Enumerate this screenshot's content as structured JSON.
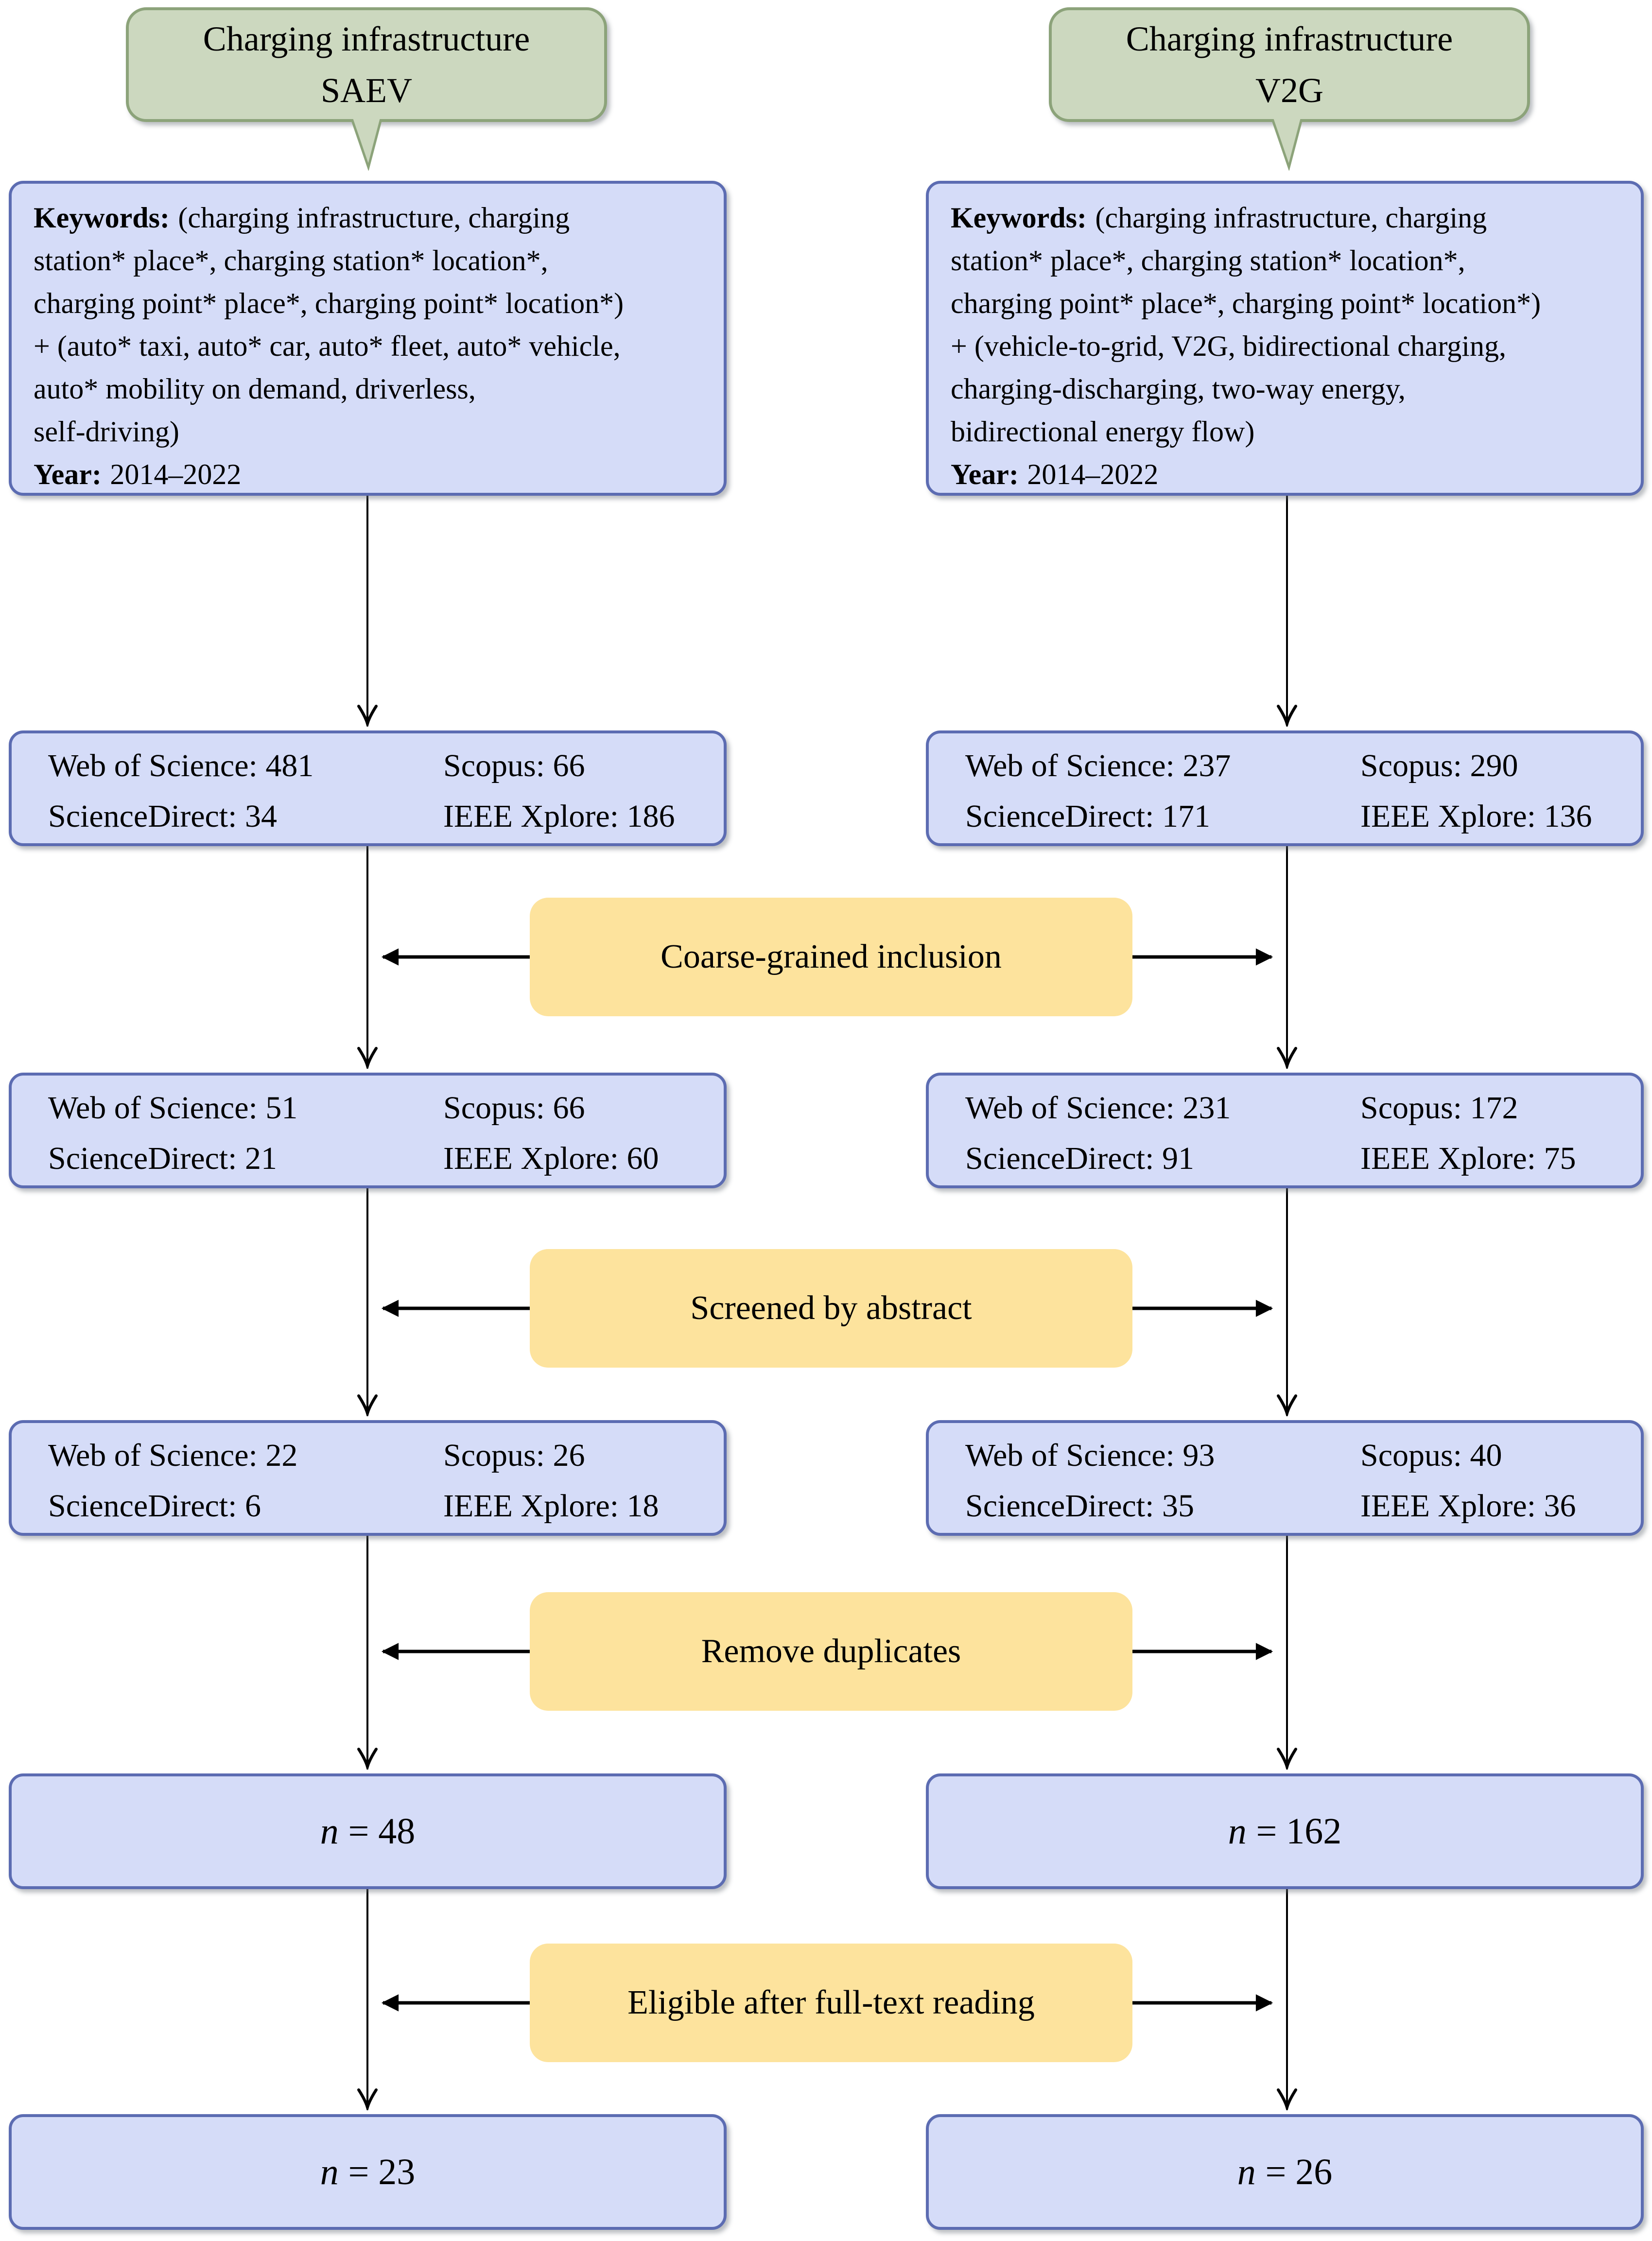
{
  "colors": {
    "callout_fill": "#ccd8bf",
    "callout_border": "#8ca37a",
    "box_fill": "#d5dcf8",
    "box_border": "#5c6cb2",
    "process_fill": "#fde39d",
    "arrow": "#000000",
    "text": "#000000"
  },
  "left": {
    "callout": {
      "line1": "Charging infrastructure",
      "line2": "SAEV"
    },
    "keywords": {
      "label": "Keywords:",
      "line1": "(charging infrastructure, charging",
      "line2": "station* place*, charging station* location*,",
      "line3": "charging point* place*, charging point* location*)",
      "line4": "+ (auto* taxi, auto* car, auto* fleet, auto* vehicle,",
      "line5": "auto* mobility on demand, driverless,",
      "line6": "self-driving)",
      "year_label": "Year:",
      "year_value": "2014–2022"
    },
    "stage1": {
      "r1c1": "Web of Science: 481",
      "r2c1": "ScienceDirect: 34",
      "r1c2": "Scopus: 66",
      "r2c2": "IEEE Xplore: 186"
    },
    "stage2": {
      "r1c1": "Web of Science: 51",
      "r2c1": "ScienceDirect: 21",
      "r1c2": "Scopus: 66",
      "r2c2": "IEEE Xplore: 60"
    },
    "stage3": {
      "r1c1": "Web of Science: 22",
      "r2c1": "ScienceDirect: 6",
      "r1c2": "Scopus: 26",
      "r2c2": "IEEE Xplore: 18"
    },
    "result1": {
      "var": "n",
      "value": "= 48"
    },
    "result2": {
      "var": "n",
      "value": "= 23"
    }
  },
  "right": {
    "callout": {
      "line1": "Charging infrastructure",
      "line2": "V2G"
    },
    "keywords": {
      "label": "Keywords:",
      "line1": "(charging infrastructure, charging",
      "line2": "station* place*, charging station* location*,",
      "line3": "charging point* place*, charging point* location*)",
      "line4": "+ (vehicle-to-grid, V2G, bidirectional charging,",
      "line5": "charging-discharging, two-way energy,",
      "line6": "bidirectional energy flow)",
      "year_label": "Year:",
      "year_value": "2014–2022"
    },
    "stage1": {
      "r1c1": "Web of Science: 237",
      "r2c1": "ScienceDirect: 171",
      "r1c2": "Scopus: 290",
      "r2c2": "IEEE Xplore: 136"
    },
    "stage2": {
      "r1c1": "Web of Science: 231",
      "r2c1": "ScienceDirect: 91",
      "r1c2": "Scopus: 172",
      "r2c2": "IEEE Xplore: 75"
    },
    "stage3": {
      "r1c1": "Web of Science: 93",
      "r2c1": "ScienceDirect: 35",
      "r1c2": "Scopus: 40",
      "r2c2": "IEEE Xplore: 36"
    },
    "result1": {
      "var": "n",
      "value": "= 162"
    },
    "result2": {
      "var": "n",
      "value": "= 26"
    }
  },
  "process": {
    "step1": "Coarse-grained inclusion",
    "step2": "Screened by abstract",
    "step3": "Remove duplicates",
    "step4": "Eligible after full-text reading"
  }
}
